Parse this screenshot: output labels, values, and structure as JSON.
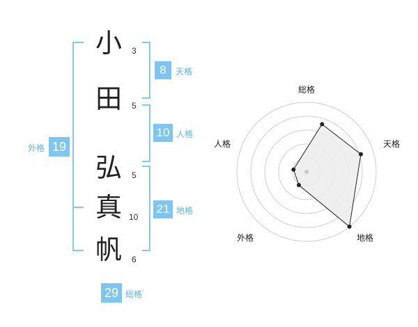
{
  "name_chars": [
    {
      "char": "小",
      "strokes": "3"
    },
    {
      "char": "田",
      "strokes": "5"
    },
    {
      "char": "弘",
      "strokes": "5"
    },
    {
      "char": "真",
      "strokes": "10"
    },
    {
      "char": "帆",
      "strokes": "6"
    }
  ],
  "scores": {
    "tenkaku": {
      "label": "天格",
      "value": "8"
    },
    "jinkaku": {
      "label": "人格",
      "value": "10"
    },
    "chikaku": {
      "label": "地格",
      "value": "21"
    },
    "gaikaku": {
      "label": "外格",
      "value": "19"
    },
    "soukaku": {
      "label": "総格",
      "value": "29"
    }
  },
  "radar": {
    "labels": {
      "top": "総格",
      "right": "天格",
      "bottom_right": "地格",
      "bottom_left": "外格",
      "left": "人格"
    },
    "values": {
      "soukaku": 0.72,
      "tenkaku": 0.82,
      "chikaku": 1.0,
      "gaikaku": 0.22,
      "jinkaku": 0.19
    },
    "accent": "#84c9f0"
  }
}
